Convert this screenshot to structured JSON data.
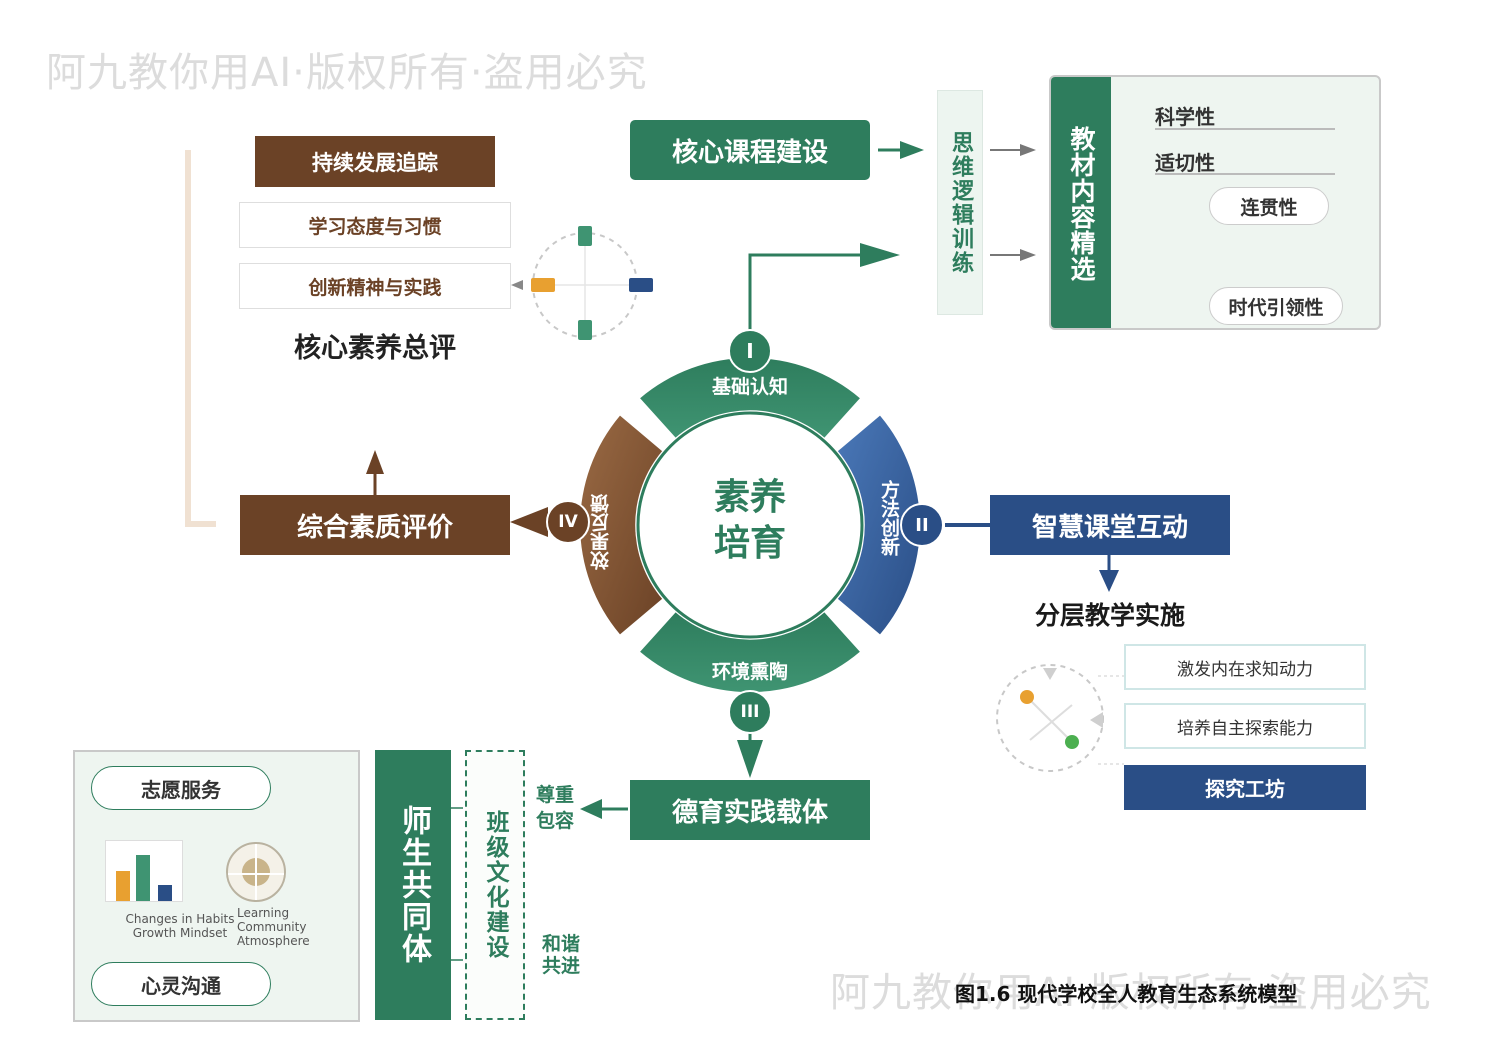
{
  "watermark": {
    "top": "阿九教你用AI·版权所有·盗用必究",
    "bottom": "阿九教你用AI·版权所有·盗用必究"
  },
  "center": {
    "line1": "素养",
    "line2": "培育"
  },
  "ring": {
    "top": {
      "label": "基础认知",
      "numeral": "I"
    },
    "right": {
      "label": "方法创新",
      "numeral": "II"
    },
    "bottom": {
      "label": "环境熏陶",
      "numeral": "III"
    },
    "left": {
      "label": "效果反馈",
      "numeral": "IV"
    }
  },
  "curriculum": {
    "core": "核心课程建设",
    "logic": "思维逻辑训练",
    "content_title": "教材内容精选",
    "items": [
      "科学性",
      "适切性",
      "连贯性",
      "时代引领性"
    ]
  },
  "classroom": {
    "main": "智慧课堂互动",
    "sub": "分层教学实施",
    "items": [
      "激发内在求知动力",
      "培养自主探索能力"
    ],
    "workshop": "探究工坊"
  },
  "moral": {
    "main": "德育实践载体",
    "respect": "尊重包容",
    "harmony": "和谐共进",
    "class_culture": "班级文化建设",
    "community": "师生共同体",
    "panel": {
      "service": "志愿服务",
      "communication": "心灵沟通",
      "caption1_line1": "Changes in Habits",
      "caption1_line2": "Growth Mindset",
      "caption2_line1": "Learning Community",
      "caption2_line2": "Atmosphere"
    }
  },
  "evaluation": {
    "main": "综合素质评价",
    "tracking": "持续发展追踪",
    "items": [
      "学习态度与习惯",
      "创新精神与实践"
    ],
    "summary": "核心素养总评"
  },
  "caption": "图1.6 现代学校全人教育生态系统模型",
  "colors": {
    "green": "#2e7d5d",
    "brown": "#6b4226",
    "blue": "#2a4e86",
    "orange": "#e8a030"
  }
}
